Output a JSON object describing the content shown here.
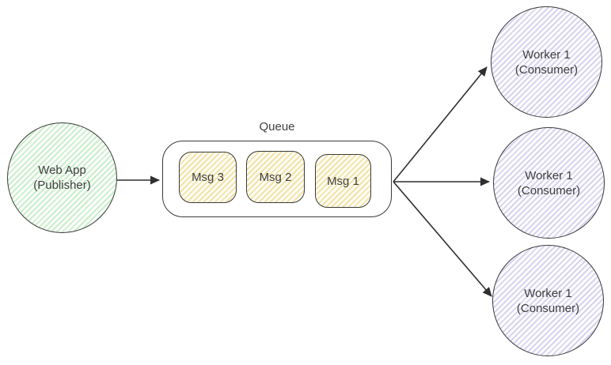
{
  "colors": {
    "stroke": "#3a3a3a",
    "text": "#3f3f3f",
    "arrow": "#2f2f2f",
    "node_bg": "#ffffff",
    "publisher_stripe": "#c9eec9",
    "message_stripe": "#f2e2a9",
    "worker_stripe": "#d8d3ef"
  },
  "publisher": {
    "line1": "Web App",
    "line2": "(Publisher)"
  },
  "queue": {
    "title": "Queue",
    "messages": [
      {
        "label": "Msg 3"
      },
      {
        "label": "Msg 2"
      },
      {
        "label": "Msg 1"
      }
    ]
  },
  "workers": [
    {
      "line1": "Worker 1",
      "line2": "(Consumer)"
    },
    {
      "line1": "Worker 1",
      "line2": "(Consumer)"
    },
    {
      "line1": "Worker 1",
      "line2": "(Consumer)"
    }
  ]
}
